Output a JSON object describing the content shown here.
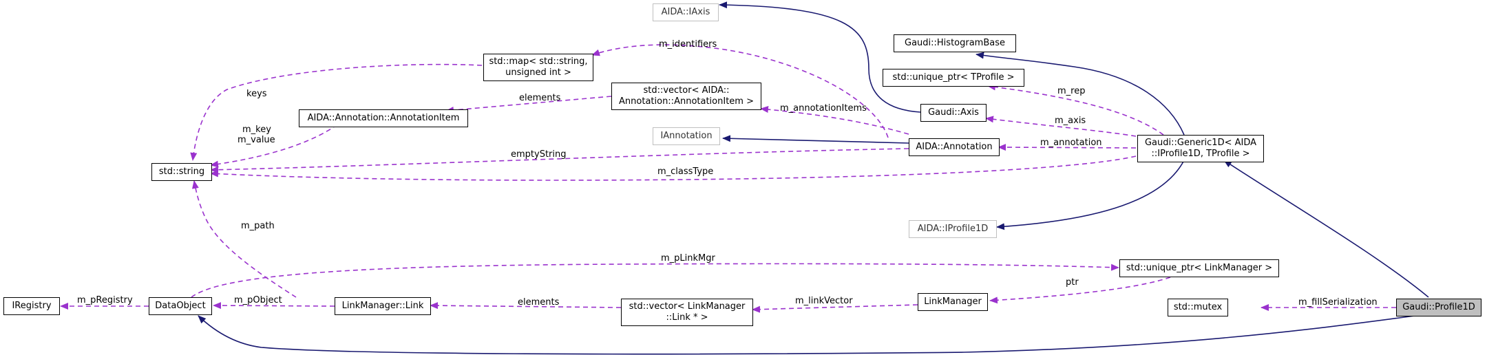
{
  "colors": {
    "inheritance_edge": "#191970",
    "usage_edge": "#9a32cd",
    "node_border": "#000000",
    "external_node_border": "#bfbfbf",
    "selected_node_fill": "#bfbfbf"
  },
  "nodes": {
    "iaxis": {
      "lines": [
        "AIDA::IAxis"
      ],
      "kind": "external"
    },
    "histogram_base": {
      "lines": [
        "Gaudi::HistogramBase"
      ],
      "kind": "class"
    },
    "std_map": {
      "lines": [
        "std::map< std::string,",
        "unsigned int >"
      ],
      "kind": "class"
    },
    "unique_ptr_tprofile": {
      "lines": [
        "std::unique_ptr< TProfile >"
      ],
      "kind": "class"
    },
    "vector_annotation_item": {
      "lines": [
        "std::vector< AIDA::",
        "Annotation::AnnotationItem >"
      ],
      "kind": "class"
    },
    "annotation_item": {
      "lines": [
        "AIDA::Annotation::AnnotationItem"
      ],
      "kind": "class"
    },
    "gaudi_axis": {
      "lines": [
        "Gaudi::Axis"
      ],
      "kind": "class"
    },
    "iannotation": {
      "lines": [
        "IAnnotation"
      ],
      "kind": "external"
    },
    "aida_annotation": {
      "lines": [
        "AIDA::Annotation"
      ],
      "kind": "class"
    },
    "generic1d": {
      "lines": [
        "Gaudi::Generic1D< AIDA",
        "::IProfile1D, TProfile >"
      ],
      "kind": "class"
    },
    "std_string": {
      "lines": [
        "std::string"
      ],
      "kind": "class"
    },
    "iprofile1d": {
      "lines": [
        "AIDA::IProfile1D"
      ],
      "kind": "external"
    },
    "unique_ptr_linkmanager": {
      "lines": [
        "std::unique_ptr< LinkManager >"
      ],
      "kind": "class"
    },
    "iregistry": {
      "lines": [
        "IRegistry"
      ],
      "kind": "class"
    },
    "dataobject": {
      "lines": [
        "DataObject"
      ],
      "kind": "class"
    },
    "linkmanager_link": {
      "lines": [
        "LinkManager::Link"
      ],
      "kind": "class"
    },
    "vector_link": {
      "lines": [
        "std::vector< LinkManager",
        "::Link * >"
      ],
      "kind": "class"
    },
    "linkmanager": {
      "lines": [
        "LinkManager"
      ],
      "kind": "class"
    },
    "std_mutex": {
      "lines": [
        "std::mutex"
      ],
      "kind": "class"
    },
    "profile1d": {
      "lines": [
        "Gaudi::Profile1D"
      ],
      "kind": "selected"
    }
  },
  "edge_labels": {
    "m_identifiers": "m_identifiers",
    "keys": "keys",
    "elements_annotation": "elements",
    "m_key": "m_key",
    "m_value": "m_value",
    "m_annotationItems": "m_annotationItems",
    "m_rep": "m_rep",
    "m_axis": "m_axis",
    "m_annotation": "m_annotation",
    "emptyString": "emptyString",
    "m_classType": "m_classType",
    "m_path": "m_path",
    "m_pLinkMgr": "m_pLinkMgr",
    "ptr": "ptr",
    "m_pRegistry": "m_pRegistry",
    "m_pObject": "m_pObject",
    "elements_link": "elements",
    "m_linkVector": "m_linkVector",
    "m_fillSerialization": "m_fillSerialization"
  }
}
